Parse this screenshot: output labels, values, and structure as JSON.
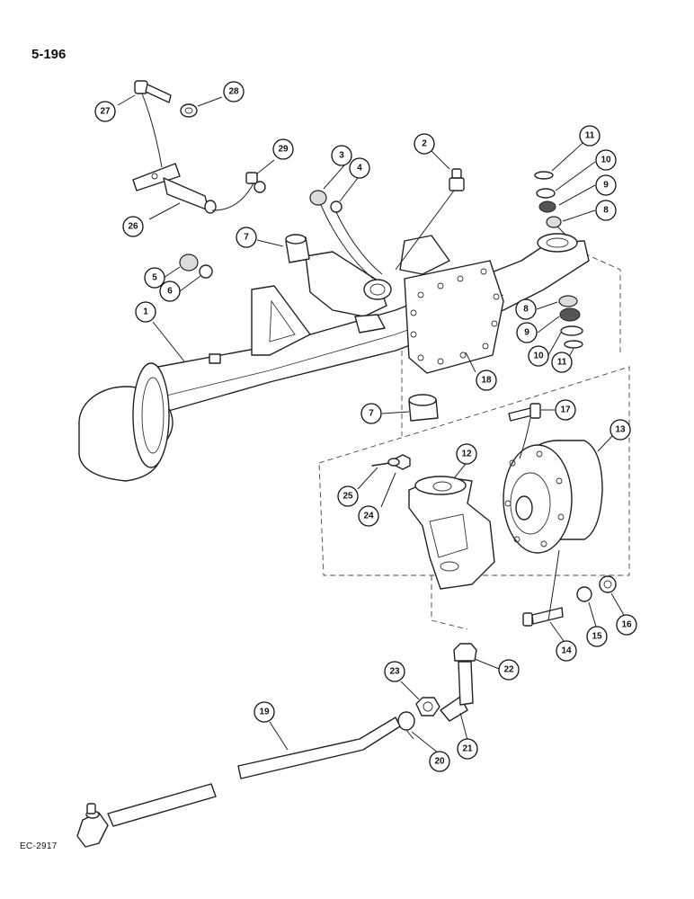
{
  "header": {
    "page_number": "5-196"
  },
  "footer": {
    "reference_code": "EC-2917"
  },
  "callouts": {
    "c1": "1",
    "c2": "2",
    "c3": "3",
    "c4": "4",
    "c5": "5",
    "c6": "6",
    "c7a": "7",
    "c7b": "7",
    "c8a": "8",
    "c8b": "8",
    "c9a": "9",
    "c9b": "9",
    "c10a": "10",
    "c10b": "10",
    "c11a": "11",
    "c11b": "11",
    "c12": "12",
    "c13": "13",
    "c14": "14",
    "c15": "15",
    "c16": "16",
    "c17": "17",
    "c18": "18",
    "c19": "19",
    "c20": "20",
    "c21": "21",
    "c22": "22",
    "c23": "23",
    "c24": "24",
    "c25": "25",
    "c26": "26",
    "c27": "27",
    "c28": "28",
    "c29": "29"
  },
  "icons": {
    "axle": "front-axle-housing-icon",
    "hub": "wheel-hub-icon",
    "knuckle": "steering-knuckle-icon",
    "tie_rod": "tie-rod-icon"
  }
}
